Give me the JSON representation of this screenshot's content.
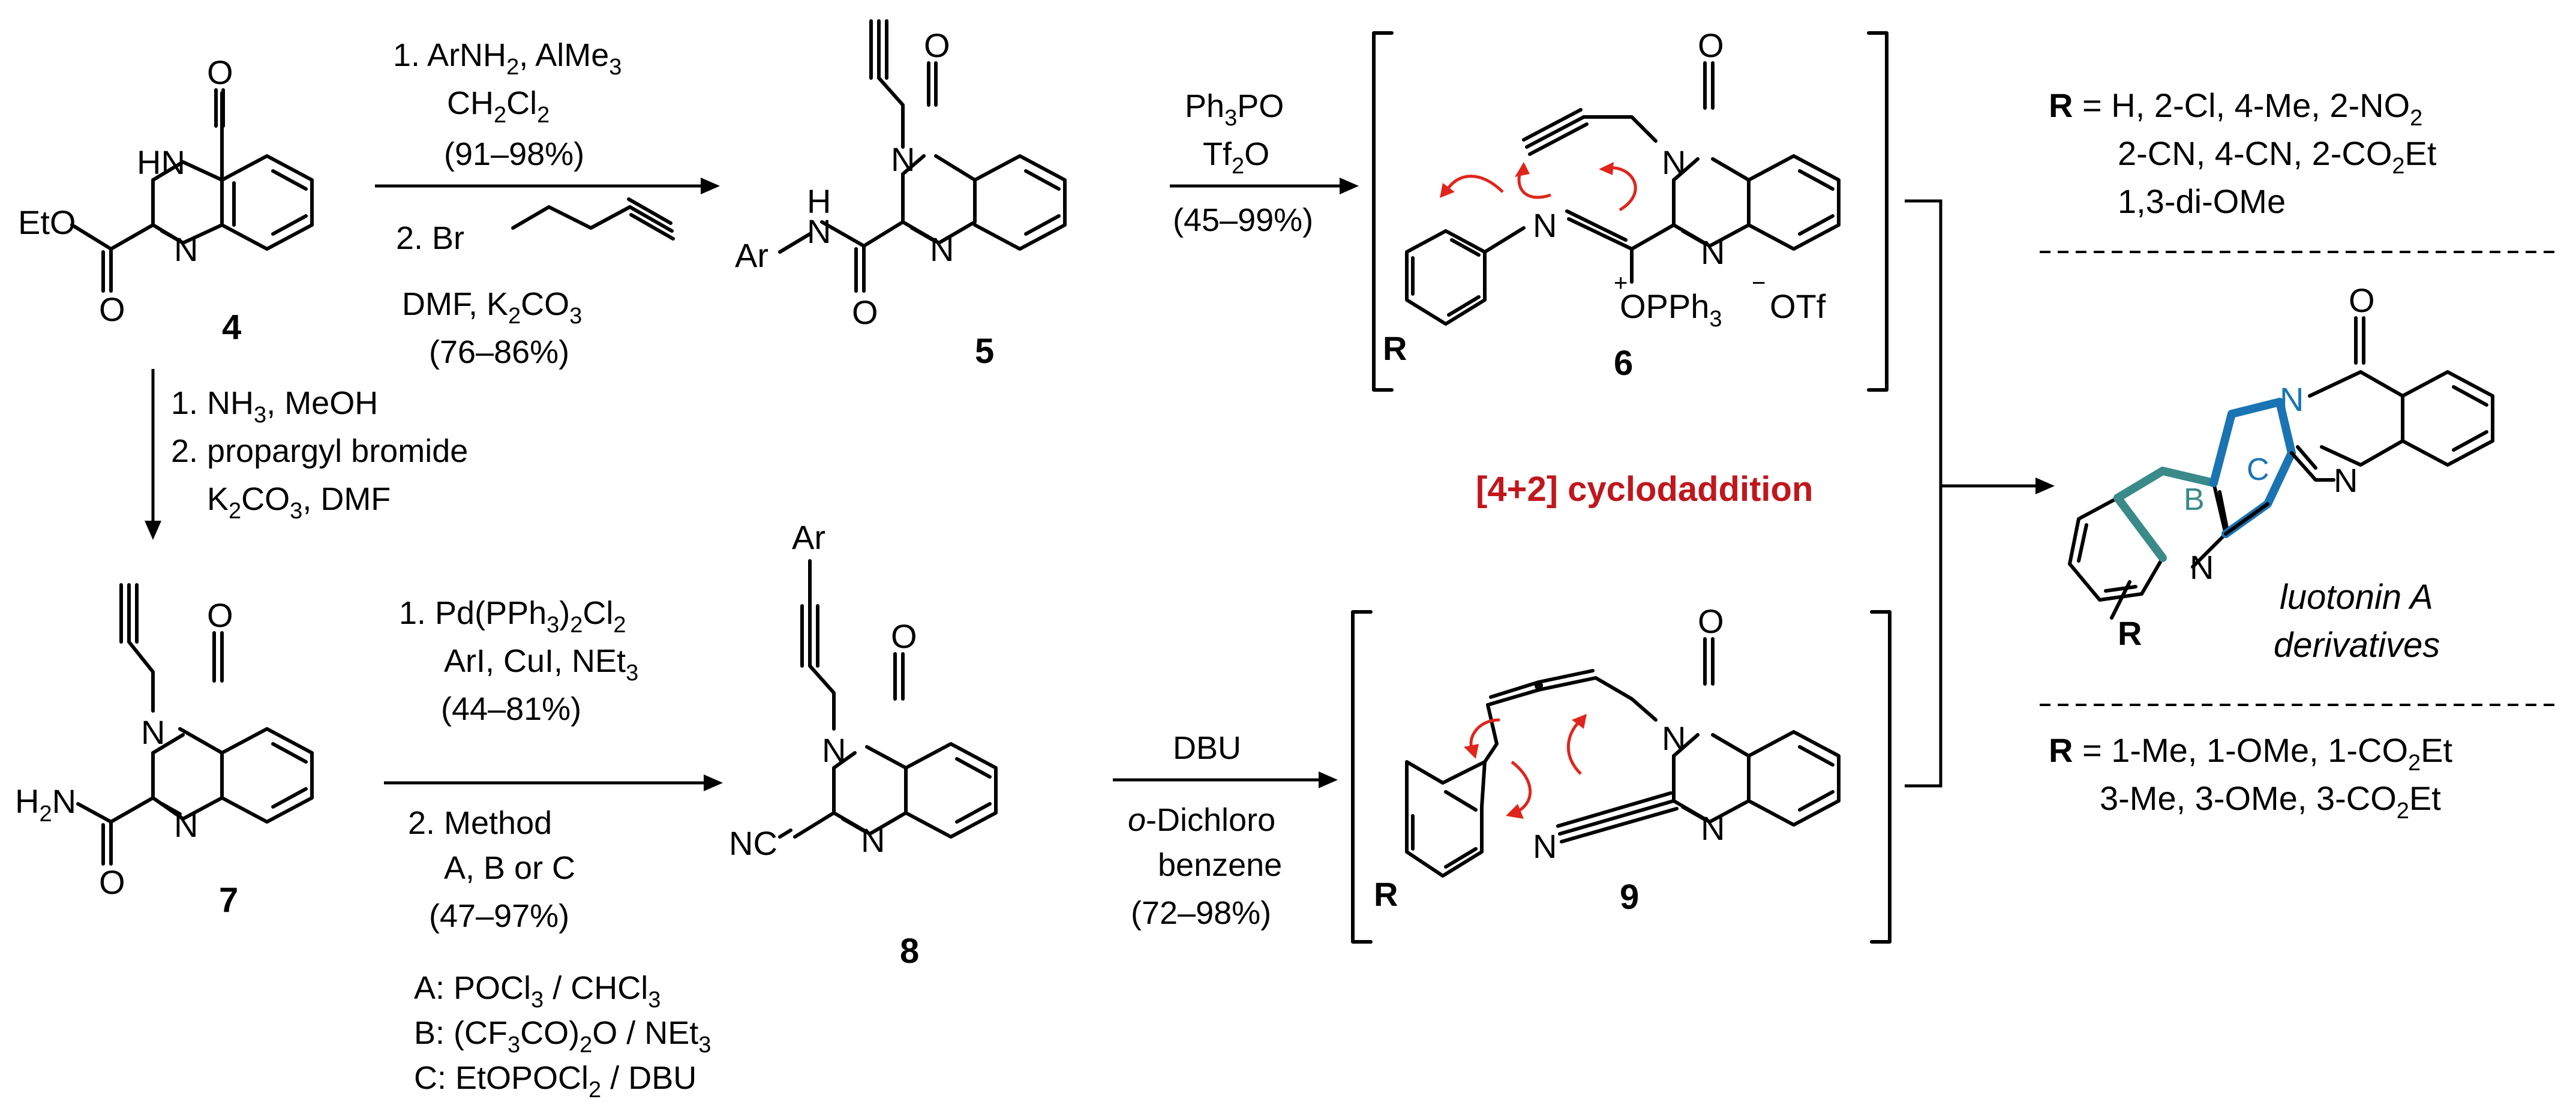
{
  "compounds": {
    "c4": "4",
    "c5": "5",
    "c6": "6",
    "c7": "7",
    "c8": "8",
    "c9": "9"
  },
  "conditions": {
    "r1_step1": "1. ArNH",
    "r1_step1b": ", AlMe",
    "r1_solvent": "CH",
    "r1_solvent_b": "Cl",
    "r1_yield": "(91–98%)",
    "r1_step2": "2.  Br",
    "r1_base": "DMF, K",
    "r1_base_b": "CO",
    "r1_yield2": "(76–86%)",
    "r2_reagent": "Ph",
    "r2_reagent_b": "PO",
    "r2_tf": "Tf",
    "r2_tf_b": "O",
    "r2_yield": "(45–99%)",
    "r3_step1": "1. NH",
    "r3_step1b": ", MeOH",
    "r3_step2": "2. propargyl bromide",
    "r3_step2b": "K",
    "r3_step2c": "CO",
    "r3_step2d": ", DMF",
    "r4_step1": "1. Pd(PPh",
    "r4_step1b": ")",
    "r4_step1c": "Cl",
    "r4_reagents": "ArI, CuI, NEt",
    "r4_yield": "(44–81%)",
    "r4_step2": "2. Method",
    "r4_methods": "A, B or C",
    "r4_yield2": "(47–97%)",
    "r5_reagent": "DBU",
    "r5_solvent_italic": "o",
    "r5_solvent": "-Dichloro",
    "r5_solvent2": "benzene",
    "r5_yield": "(72–98%)",
    "method_a": "A: POCl",
    "method_a_b": " / CHCl",
    "method_b": "B: (CF",
    "method_b_b": "CO)",
    "method_b_c": "O / NEt",
    "method_c": "C: EtOPOCl",
    "method_c_b": " / DBU"
  },
  "center_label": "[4+2] cyclodaddition",
  "center_label_color": "#c0171d",
  "product": {
    "name_line1": "luotonin A",
    "name_line2": "derivatives",
    "ring_b": "B",
    "ring_c": "C",
    "ring_c_color": "#1a74b3",
    "ring_b_color": "#3a8a8a"
  },
  "r_groups_top": {
    "label": "R",
    "line1": " = H, 2-Cl, 4-Me, 2-NO",
    "line2": "2-CN, 4-CN, 2-CO",
    "line2_end": "Et",
    "line3": "1,3-di-OMe"
  },
  "r_groups_bottom": {
    "label": "R",
    "line1": " = 1-Me, 1-OMe, 1-CO",
    "line1_end": "Et",
    "line2": "3-Me, 3-OMe, 3-CO",
    "line2_end": "Et"
  },
  "atoms": {
    "O": "O",
    "N": "N",
    "HN": "HN",
    "H": "H",
    "EtO": "EtO",
    "Ar": "Ar",
    "R": "R",
    "H2N": "H",
    "H2N_sub": "2",
    "H2N_N": "N",
    "NC": "NC",
    "OPPh3": "OPPh",
    "OTf": "OTf",
    "plus": "+",
    "minus": "−",
    "sub2": "2",
    "sub3": "3"
  }
}
